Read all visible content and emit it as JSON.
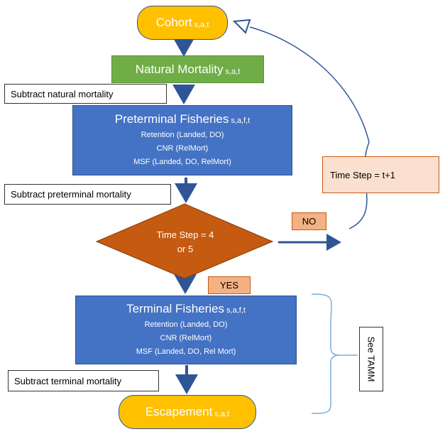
{
  "cohort": {
    "label": "Cohort",
    "sub": "s,a,t"
  },
  "natural_mortality": {
    "label": "Natural Mortality",
    "sub": "s,a,t"
  },
  "note_natural": "Subtract natural mortality",
  "preterminal": {
    "label": "Preterminal Fisheries",
    "sub": "s,a,f,t",
    "lines": [
      "Retention (Landed,  DO)",
      "CNR (RelMort)",
      "MSF (Landed, DO,  RelMort)"
    ]
  },
  "note_preterminal": "Subtract preterminal mortality",
  "decision": {
    "line1": "Time Step = 4",
    "line2": "or  5"
  },
  "no_label": "NO",
  "yes_label": "YES",
  "time_step_label": "Time Step = t+1",
  "terminal": {
    "label": "Terminal Fisheries",
    "sub": "s,a,f,t",
    "lines": [
      "Retention (Landed,  DO)",
      "CNR (RelMort)",
      "MSF (Landed,  DO, Rel Mort)"
    ]
  },
  "note_terminal": "Subtract terminal mortality",
  "escapement": {
    "label": "Escapement",
    "sub": "s,a,t"
  },
  "see_tamm": "See TAMM",
  "colors": {
    "pill": "#ffc000",
    "green": "#70ad47",
    "blue": "#4472c4",
    "diamond": "#c55a11",
    "salmon": "#f4b183",
    "peach": "#fbe0cf",
    "arrow": "#2f5597"
  }
}
